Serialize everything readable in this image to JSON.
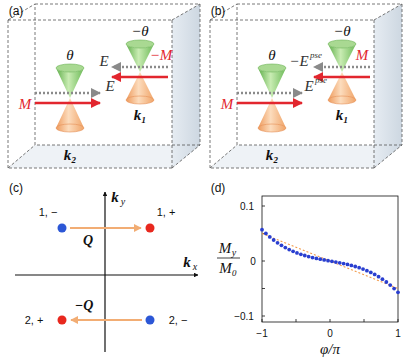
{
  "diagram": {
    "labels": [
      "(a)",
      "(b)",
      "θ",
      "−θ",
      "E",
      "E",
      "M",
      "−M",
      "k₂",
      "k₁",
      "θ",
      "−θ",
      "E",
      "pse",
      "−E",
      "pse",
      "M",
      "M",
      "k₂",
      "k₁",
      "(c)",
      "(d)",
      "k",
      "y",
      "k",
      "x",
      "1, −",
      "1, +",
      "Q",
      "−Q",
      "2, +",
      "2, −",
      "M",
      "y",
      "M₀",
      "0.1",
      "0",
      "−0.1",
      "−1",
      "0",
      "1",
      "φ/π"
    ]
  }
}
